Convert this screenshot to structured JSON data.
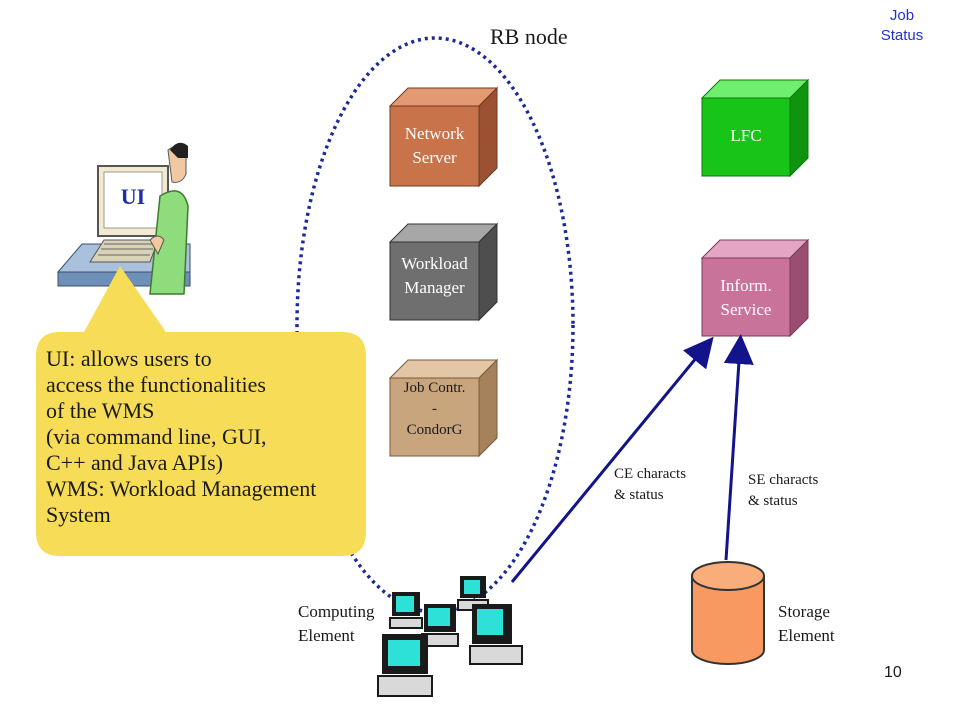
{
  "title": "RB node",
  "job_status": "Job\nStatus",
  "rb_node": {
    "network_server": "Network\nServer",
    "workload_manager": "Workload\nManager",
    "job_controller": "Job Contr.\n-\nCondorG"
  },
  "lfc": "LFC",
  "info_service": "Inform.\nService",
  "ui_label": "UI",
  "callout": "UI: allows users to\naccess the functionalities\nof the WMS\n(via command line, GUI,\nC++ and Java APIs)\nWMS: Workload Management\n System",
  "ce_label": "CE characts\n& status",
  "se_label": "SE characts\n& status",
  "computing_element": "Computing\nElement",
  "storage_element": "Storage\nElement",
  "page_number": "10",
  "colors": {
    "network_server": "#c8734a",
    "workload_manager": "#6f6f6f",
    "job_controller": "#c9a57e",
    "lfc": "#18c418",
    "info_service": "#c9729a",
    "callout": "#f7dc57",
    "storage": "#f79960",
    "arrow": "#13138a",
    "dotted_ellipse": "#1b2a9a"
  }
}
